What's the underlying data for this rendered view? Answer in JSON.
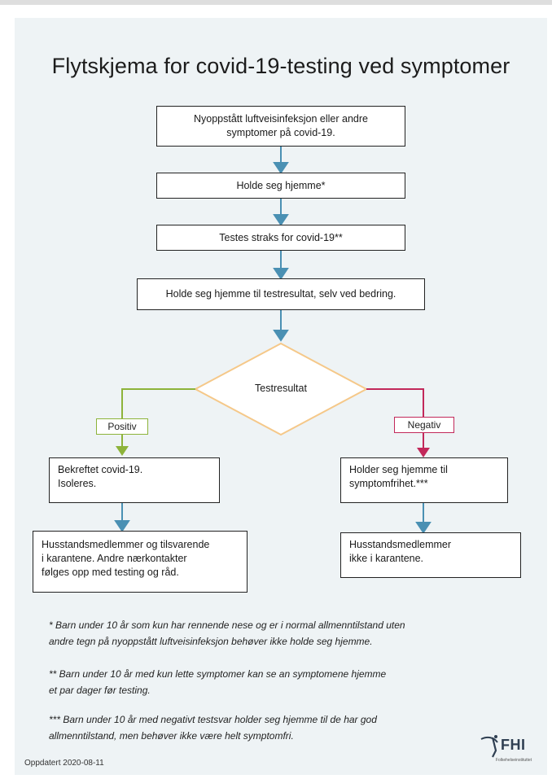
{
  "title": "Flytskjema for covid-19-testing ved symptomer",
  "colors": {
    "arrow": "#4a90b3",
    "positive": "#8db33a",
    "negative": "#c2285a",
    "diamond": "#f5c889",
    "background": "#eef3f5"
  },
  "steps": {
    "s1": "Nyoppstått luftveisinfeksjon eller andre symptomer på covid-19.",
    "s2": "Holde seg hjemme*",
    "s3": "Testes straks for covid-19**",
    "s4": "Holde seg hjemme til testresultat, selv ved bedring."
  },
  "decision": "Testresultat",
  "positive": {
    "label": "Positiv",
    "box1_line1": "Bekreftet covid-19.",
    "box1_line2": "Isoleres.",
    "box2_line1": "Husstandsmedlemmer og tilsvarende",
    "box2_line2": "i karantene. Andre nærkontakter",
    "box2_line3": "følges opp med testing og råd."
  },
  "negative": {
    "label": "Negativ",
    "box1_line1": "Holder seg hjemme til",
    "box1_line2": "symptomfrihet.***",
    "box2_line1": "Husstandsmedlemmer",
    "box2_line2": "ikke i karantene."
  },
  "footnotes": {
    "f1_line1": "* Barn under 10  år som kun har rennende nese og er i normal allmenntilstand uten",
    "f1_line2": "andre tegn på nyoppstått luftveisinfeksjon behøver ikke holde seg hjemme.",
    "f2_line1": "** Barn under 10 år med kun lette symptomer kan se an symptomene hjemme",
    "f2_line2": "et par dager før testing.",
    "f3_line1": "*** Barn under 10 år med negativt testsvar holder seg hjemme til de har god",
    "f3_line2": "allmenntilstand, men behøver ikke være helt symptomfri."
  },
  "updated": "Oppdatert 2020-08-11",
  "logo": {
    "text": "FHI",
    "subtitle": "Folkehelseinstituttet"
  }
}
